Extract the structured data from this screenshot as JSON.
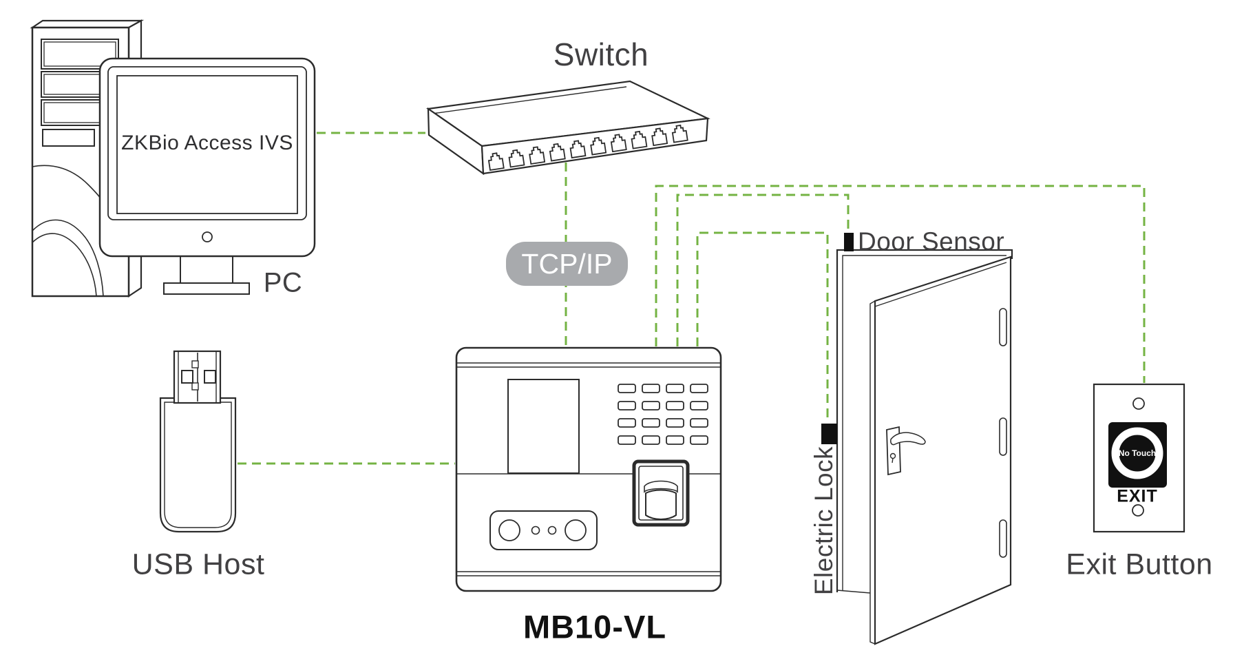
{
  "pc": {
    "screen_text": "ZKBio Access IVS",
    "label": "PC"
  },
  "switch": {
    "label": "Switch"
  },
  "protocol": {
    "label": "TCP/IP"
  },
  "usb": {
    "label": "USB Host"
  },
  "device": {
    "label": "MB10-VL"
  },
  "door": {
    "sensor_label": "Door Sensor",
    "lock_label": "Electric Lock"
  },
  "exit_button": {
    "no_touch_text": "No Touch",
    "exit_text": "EXIT",
    "label": "Exit Button"
  },
  "colors": {
    "connection_green": "#74b343",
    "badge_gray": "#a8aaad",
    "line_art_dark": "#2b2b2b",
    "label_text": "#414042",
    "device_black": "#111111"
  }
}
